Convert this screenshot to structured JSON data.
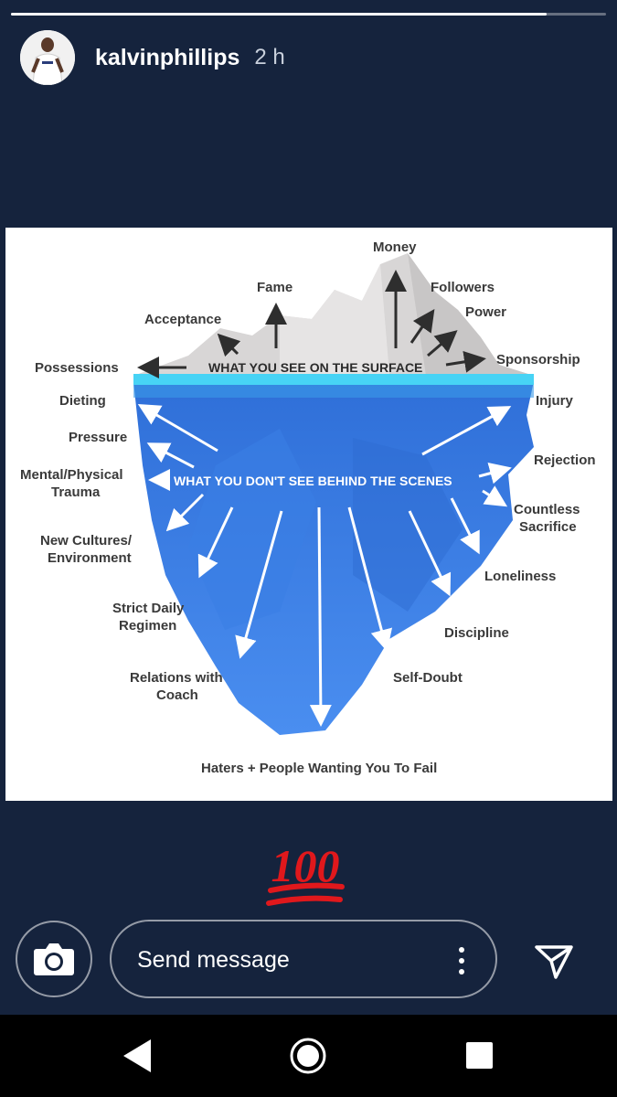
{
  "story": {
    "progress": 0.9,
    "username": "kalvinphillips",
    "time": "2 h",
    "avatar": "profile-photo"
  },
  "iceberg": {
    "surface_caption": "WHAT YOU SEE ON THE SURFACE",
    "below_caption": "WHAT YOU DON'T SEE BEHIND THE SCENES",
    "above": {
      "money": "Money",
      "fame": "Fame",
      "followers": "Followers",
      "power": "Power",
      "acceptance": "Acceptance",
      "sponsorship": "Sponsorship",
      "possessions": "Possessions"
    },
    "below_left": {
      "dieting": "Dieting",
      "pressure": "Pressure",
      "mental_1": "Mental/Physical",
      "mental_2": "Trauma",
      "cultures_1": "New Cultures/",
      "cultures_2": "Environment",
      "regimen_1": "Strict Daily",
      "regimen_2": "Regimen",
      "coach_1": "Relations with",
      "coach_2": "Coach"
    },
    "below_right": {
      "injury": "Injury",
      "rejection": "Rejection",
      "sacrifice_1": "Countless",
      "sacrifice_2": "Sacrifice",
      "loneliness": "Loneliness",
      "discipline": "Discipline",
      "self_doubt": "Self-Doubt"
    },
    "bottom": "Haters + People Wanting You To Fail"
  },
  "sticker": {
    "icon": "hundred-points-emoji",
    "text": "100"
  },
  "reply": {
    "placeholder": "Send message",
    "camera_icon": "camera-icon",
    "more_icon": "more-vertical-icon",
    "send_icon": "send-icon"
  },
  "nav": {
    "back_icon": "back-icon",
    "home_icon": "home-icon",
    "recent_icon": "recent-apps-icon"
  },
  "colors": {
    "background": "#15233d",
    "water": "#3b82e6",
    "surface_line": "#47d3f5",
    "sticker_red": "#e0181c"
  }
}
